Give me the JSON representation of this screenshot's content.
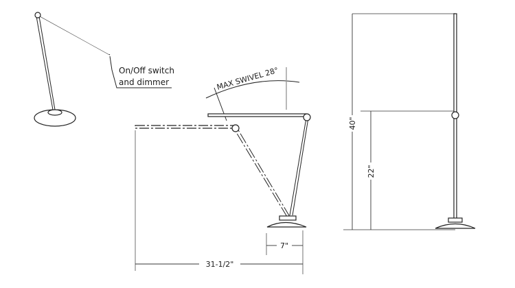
{
  "callout": {
    "line1": "On/Off switch",
    "line2": "and dimmer"
  },
  "swivel_label": "MAX SWIVEL 28°",
  "dimensions": {
    "reach": "31-1/2\"",
    "base_width": "7\"",
    "max_height": "40\"",
    "pivot_height": "22\""
  }
}
